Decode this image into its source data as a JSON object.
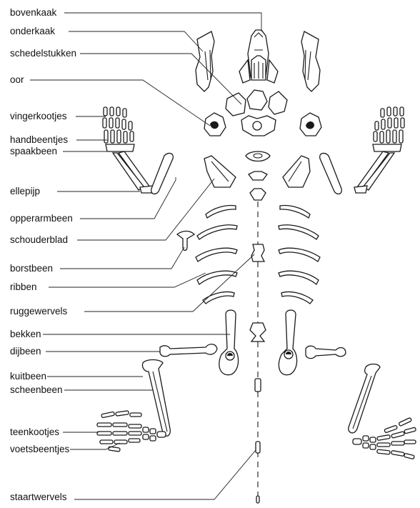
{
  "labels": {
    "bovenkaak": "bovenkaak",
    "onderkaak": "onderkaak",
    "schedelstukken": "schedelstukken",
    "oor": "oor",
    "vingerkootjes": "vingerkootjes",
    "handbeentjes": "handbeentjes",
    "spaakbeen": "spaakbeen",
    "ellepijp": "ellepijp",
    "opperarmbeen": "opperarmbeen",
    "schouderblad": "schouderblad",
    "borstbeen": "borstbeen",
    "ribben": "ribben",
    "ruggewervels": "ruggewervels",
    "bekken": "bekken",
    "dijbeen": "dijbeen",
    "kuitbeen": "kuitbeen",
    "scheenbeen": "scheenbeen",
    "teenkootjes": "teenkootjes",
    "voetsbeentjes": "voetsbeentjes",
    "staartwervels": "staartwervels"
  }
}
